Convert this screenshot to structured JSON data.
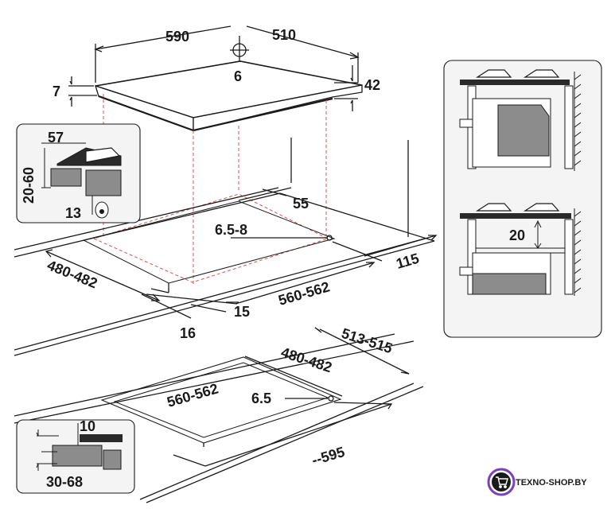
{
  "dimensions": {
    "hob_width": "590",
    "hob_depth": "510",
    "fixing_hole": "6",
    "glass_thickness": "7",
    "hob_height": "42",
    "side_depth": "57",
    "side_thickness": "20-60",
    "side_gap": "13",
    "wall_clearance": "55",
    "hole_diameter_top": "6.5-8",
    "cutout_depth_top": "480-482",
    "cutout_width_top": "560-562",
    "back_distance": "115",
    "front_distance_a": "15",
    "front_distance_b": "16",
    "recess_depth": "513-515",
    "cutout_depth_bottom": "480-482",
    "cutout_width_bottom": "560-562",
    "hole_diameter_bottom": "6.5",
    "recess_width": "--595",
    "flush_lip": "10",
    "flush_thickness": "30-68",
    "oven_gap": "20"
  },
  "colors": {
    "line": "#1a1a1a",
    "dashed": "#d9534f",
    "panel_bg": "#f4f4f4",
    "gray_fill": "#8c8c8c",
    "dark_fill": "#2a2a2a"
  },
  "brand": {
    "text": "TEXNO-SHOP.BY",
    "icon": "cart-icon"
  }
}
